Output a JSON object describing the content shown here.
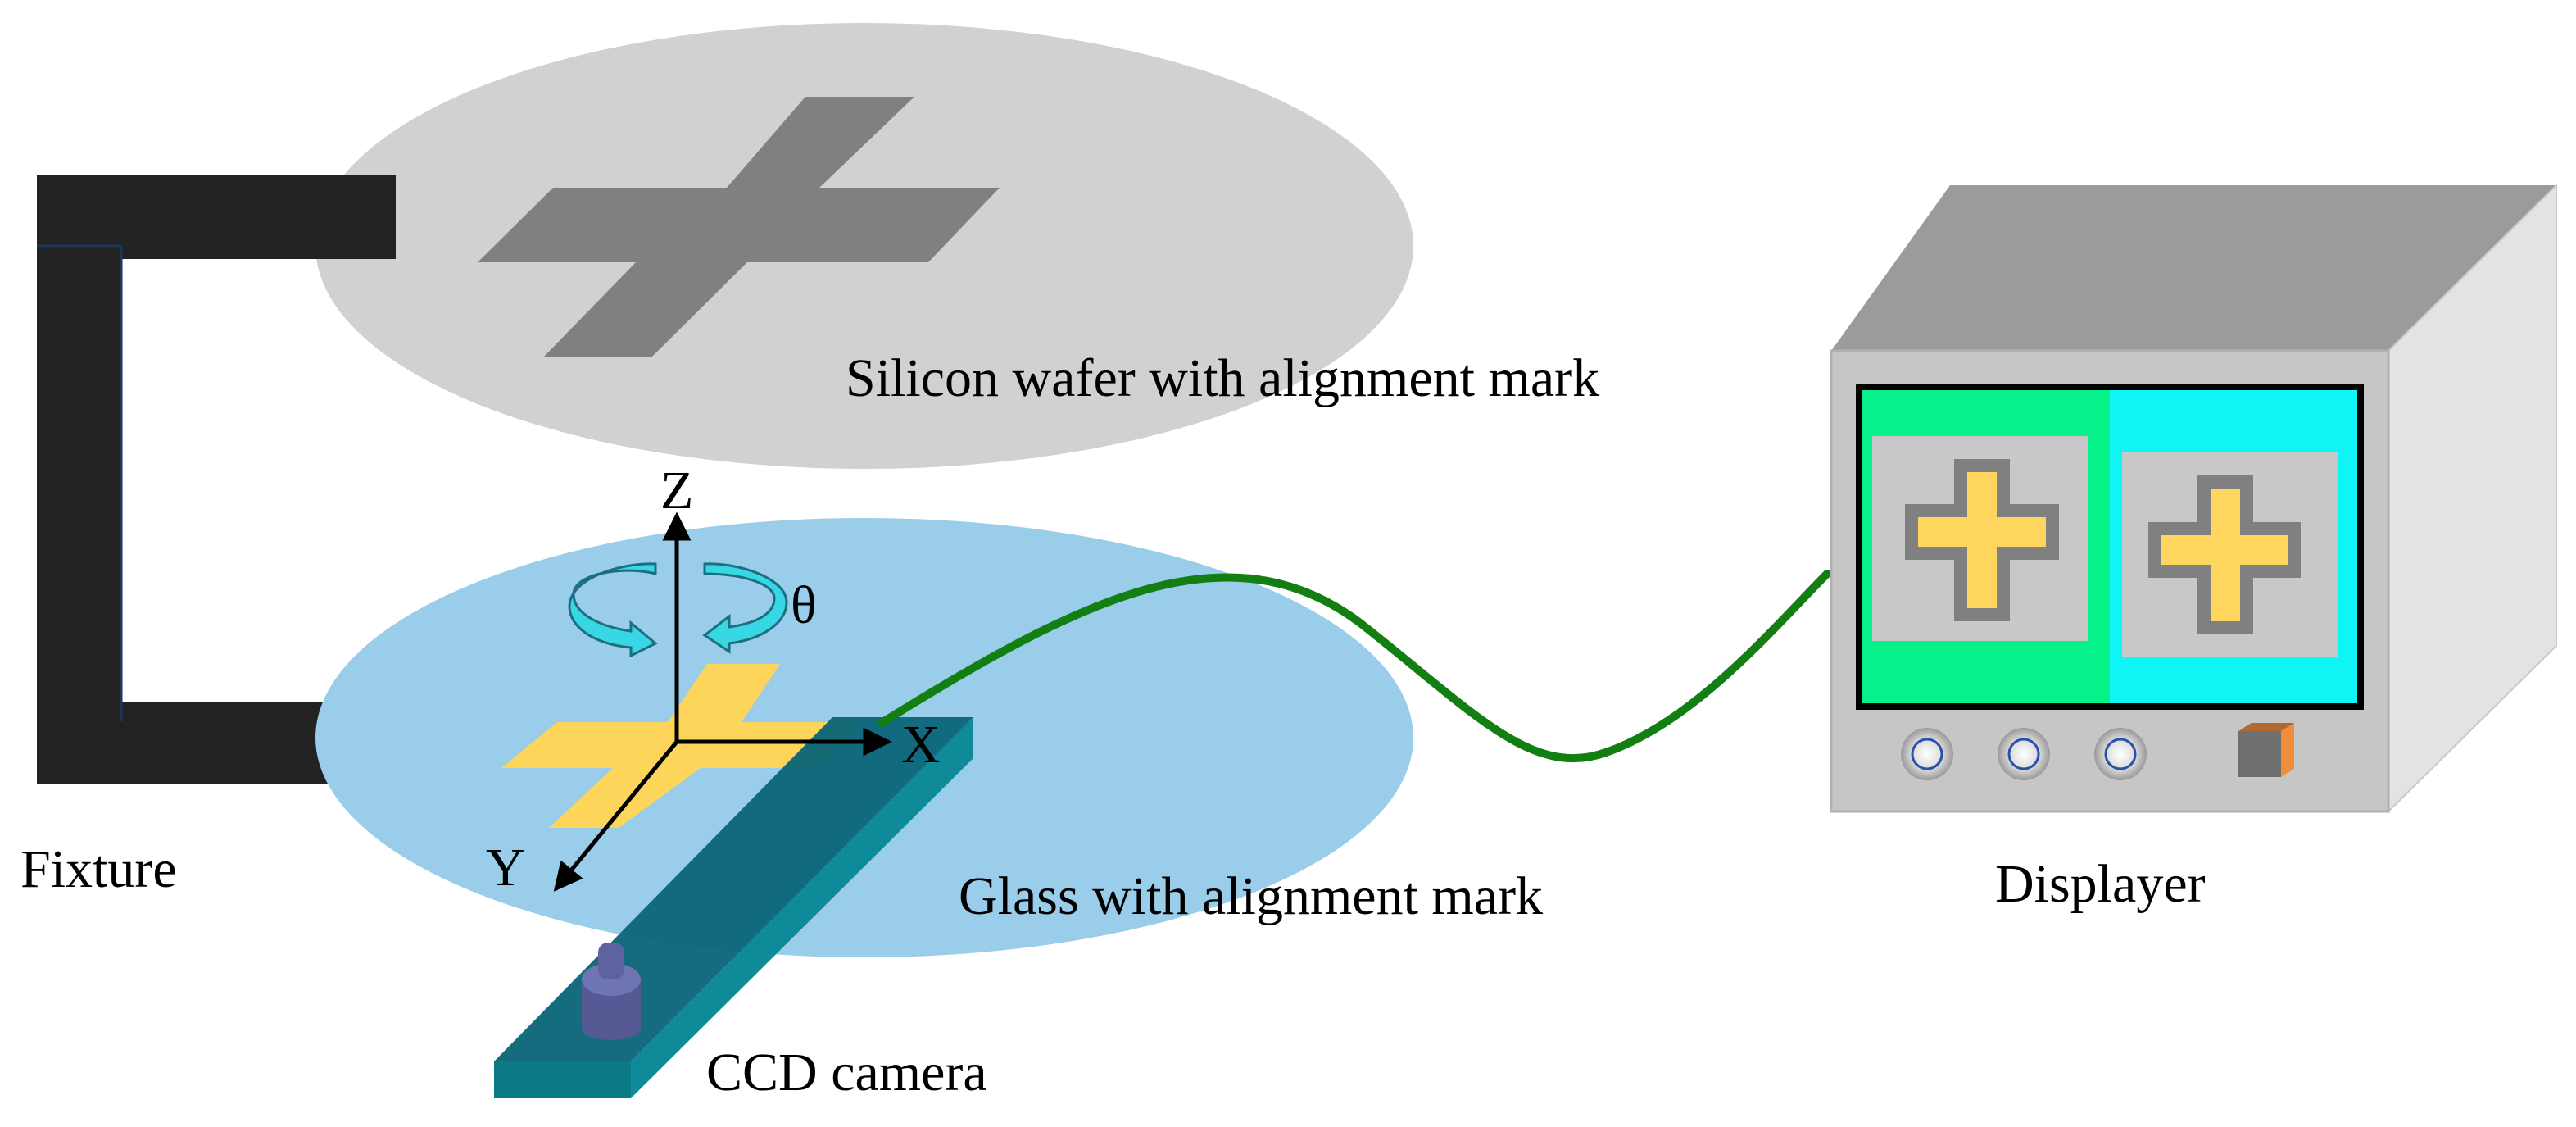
{
  "labels": {
    "wafer": "Silicon wafer with alignment mark",
    "glass": "Glass with alignment mark",
    "fixture": "Fixture",
    "camera": "CCD camera",
    "displayer": "Displayer"
  },
  "axes": {
    "z": "Z",
    "x": "X",
    "y": "Y",
    "theta": "θ"
  },
  "colors": {
    "wafer": "#d1d1d1",
    "wafer_mark": "#808080",
    "glass": "#99cde9",
    "glass_mark": "#fdd55b",
    "fixture": "#222222",
    "cable": "#137f13",
    "rotation_arrow": "#37d7e3",
    "camera_bar": "#0b6e80",
    "camera_body": "#5e63a0",
    "screen_left": "#06f18a",
    "screen_right": "#0ff4f4",
    "screen_cross": "#fed55d",
    "monitor_top": "#9b9b9b",
    "monitor_front": "#c6c6c6",
    "monitor_side": "#e3e3e3",
    "power_button": "#ef8d3a"
  },
  "displayer": {
    "knobs": [
      "knob",
      "knob",
      "knob"
    ]
  }
}
